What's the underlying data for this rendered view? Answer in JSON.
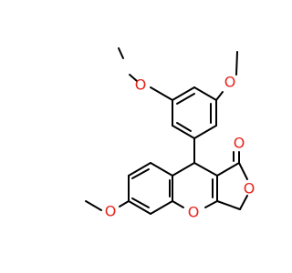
{
  "molecule": {
    "atoms": [
      {
        "id": "o_carbonyl",
        "label": "O",
        "color": "#e8231b"
      },
      {
        "id": "o_lactone",
        "label": "O",
        "color": "#e8231b"
      },
      {
        "id": "o_ring",
        "label": "O",
        "color": "#e8231b"
      },
      {
        "id": "o_methoxy_left",
        "label": "O",
        "color": "#e8231b"
      },
      {
        "id": "o_methoxy_top_left",
        "label": "O",
        "color": "#e8231b"
      },
      {
        "id": "o_methoxy_top_right",
        "label": "O",
        "color": "#e8231b"
      }
    ],
    "bond_color": "#000000"
  }
}
